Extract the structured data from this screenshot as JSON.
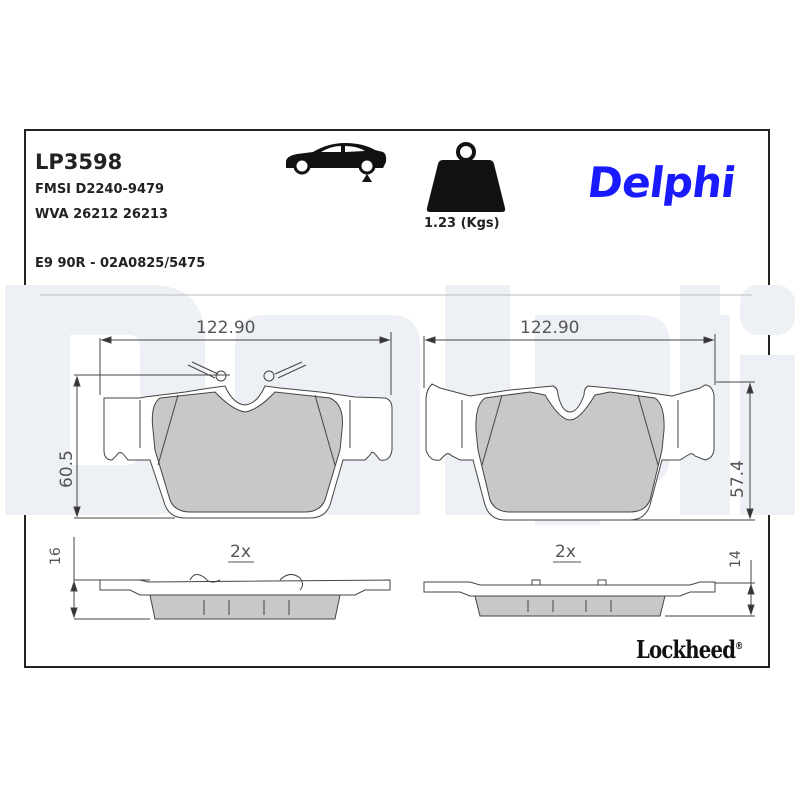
{
  "product": {
    "code": "LP3598",
    "fmsi": "FMSI D2240-9479",
    "wva": "WVA 26212 26213",
    "approval": "E9 90R - 02A0825/5475",
    "weight_label": "1.23 (Kgs)",
    "axle_icon": "car-rear-axle-icon",
    "weight_icon": "weight-icon"
  },
  "brand": {
    "logo": "Delphi",
    "logo_color": "#1a1aff",
    "watermark": "Delphi",
    "secondary_logo": "Lockheed",
    "secondary_mark": "®"
  },
  "drawings": {
    "left_pad": {
      "width_dim": "122.90",
      "height_dim": "60.5",
      "thickness_dim": "16",
      "quantity": "2x"
    },
    "right_pad": {
      "width_dim": "122.90",
      "height_dim": "57.4",
      "thickness_dim": "14",
      "quantity": "2x"
    }
  },
  "colors": {
    "friction": "#c8c8c8",
    "line": "#444444",
    "watermark": "#eef1f6"
  }
}
